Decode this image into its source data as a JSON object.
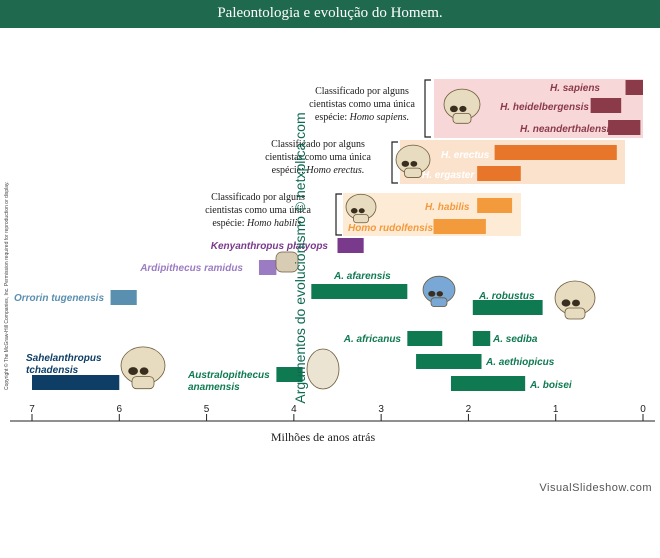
{
  "header": {
    "title": "Paleontologia e evolução do Homem."
  },
  "side_credit": "Argumentos do evolucionismo © netxplica.com",
  "copyright": "Copyright © The McGraw-Hill Companies, Inc. Permission required for reproduction or display.",
  "watermark": "VisualSlideshow.com",
  "colors": {
    "title_bar": "#1f6a4e",
    "sapiens_group": "#8b3a4a",
    "sapiens_bg": "#f7d7d7",
    "erectus_group": "#e8762a",
    "erectus_bg": "#fbe2cc",
    "habilis_group": "#f39a3c",
    "habilis_bg": "#fdebd6",
    "kenyanthropus": "#7a3a8c",
    "ardipithecus": "#9b7cc2",
    "orrorin": "#5a8fb0",
    "sahelanthropus": "#0e3e66",
    "australopithecus": "#0f7a52"
  },
  "chart_data": {
    "type": "bar",
    "orientation": "horizontal",
    "xlabel": "Milhões de anos atrás",
    "xlim": [
      7,
      0
    ],
    "xticks": [
      7,
      6,
      5,
      4,
      3,
      2,
      1,
      0
    ],
    "grid": false,
    "series": [
      {
        "name": "H. sapiens",
        "start": 0.2,
        "end": 0.0,
        "color": "#8b3a4a"
      },
      {
        "name": "H. heidelbergensis",
        "start": 0.6,
        "end": 0.25,
        "color": "#8b3a4a"
      },
      {
        "name": "H. neanderthalensis",
        "start": 0.4,
        "end": 0.03,
        "color": "#8b3a4a"
      },
      {
        "name": "H. erectus",
        "start": 1.7,
        "end": 0.3,
        "color": "#e8762a"
      },
      {
        "name": "H. ergaster",
        "start": 1.9,
        "end": 1.4,
        "color": "#e8762a"
      },
      {
        "name": "H. habilis",
        "start": 1.9,
        "end": 1.5,
        "color": "#f39a3c"
      },
      {
        "name": "Homo rudolfensis",
        "start": 2.4,
        "end": 1.8,
        "color": "#f39a3c"
      },
      {
        "name": "Kenyanthropus platyops",
        "start": 3.5,
        "end": 3.2,
        "color": "#7a3a8c"
      },
      {
        "name": "Ardipithecus ramidus",
        "start": 4.4,
        "end": 4.2,
        "color": "#9b7cc2"
      },
      {
        "name": "Orrorin tugenensis",
        "start": 6.1,
        "end": 5.8,
        "color": "#5a8fb0"
      },
      {
        "name": "A. afarensis",
        "start": 3.8,
        "end": 2.7,
        "color": "#0f7a52"
      },
      {
        "name": "A. robustus",
        "start": 1.95,
        "end": 1.15,
        "color": "#0f7a52"
      },
      {
        "name": "A. africanus",
        "start": 2.7,
        "end": 2.3,
        "color": "#0f7a52"
      },
      {
        "name": "A. sediba",
        "start": 1.95,
        "end": 1.75,
        "color": "#0f7a52"
      },
      {
        "name": "A. aethiopicus",
        "start": 2.6,
        "end": 1.85,
        "color": "#0f7a52"
      },
      {
        "name": "Sahelanthropus tchadensis",
        "start": 7.0,
        "end": 6.0,
        "color": "#0e3e66"
      },
      {
        "name": "Australopithecus anamensis",
        "start": 4.2,
        "end": 3.9,
        "color": "#0f7a52"
      },
      {
        "name": "A. boisei",
        "start": 2.2,
        "end": 1.35,
        "color": "#0f7a52"
      }
    ],
    "annotations": [
      {
        "lines": [
          "Classificado por alguns",
          "cientistas como uma única",
          "espécie: "
        ],
        "species": "Homo sapiens.",
        "group": "sapiens"
      },
      {
        "lines": [
          "Classificado por alguns",
          "cientistas como uma única",
          "espécie: "
        ],
        "species": "Homo erectus.",
        "group": "erectus"
      },
      {
        "lines": [
          "Classificado por alguns",
          "cientistas como uma única",
          "espécie: "
        ],
        "species": "Homo habilis.",
        "group": "habilis"
      }
    ]
  }
}
